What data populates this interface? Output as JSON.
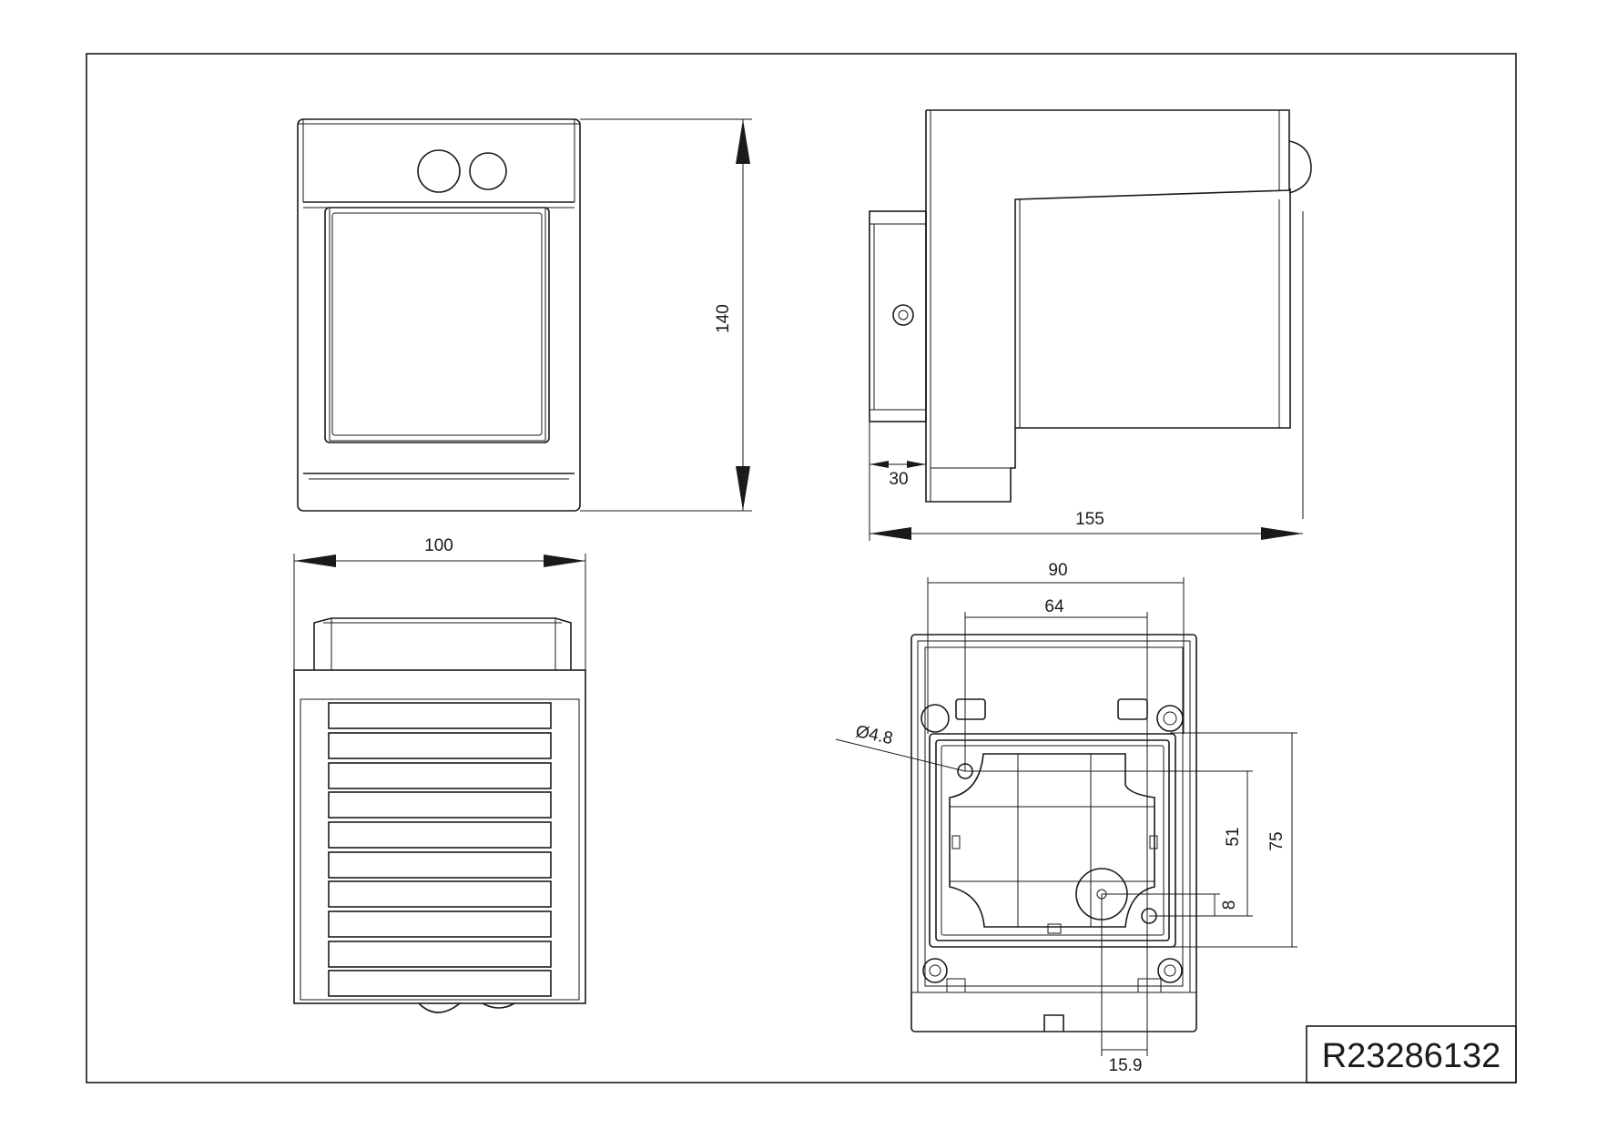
{
  "drawing": {
    "reference": "R23286132",
    "dimensions": {
      "height_front": "140",
      "width_top": "100",
      "depth_side": "155",
      "flange_side": "30",
      "mount_width_outer": "90",
      "mount_width_inner": "64",
      "hole_diameter": "Ø4.8",
      "mount_height_outer": "75",
      "mount_height_inner": "51",
      "offset_small": "8",
      "cable_offset": "15.9"
    }
  }
}
